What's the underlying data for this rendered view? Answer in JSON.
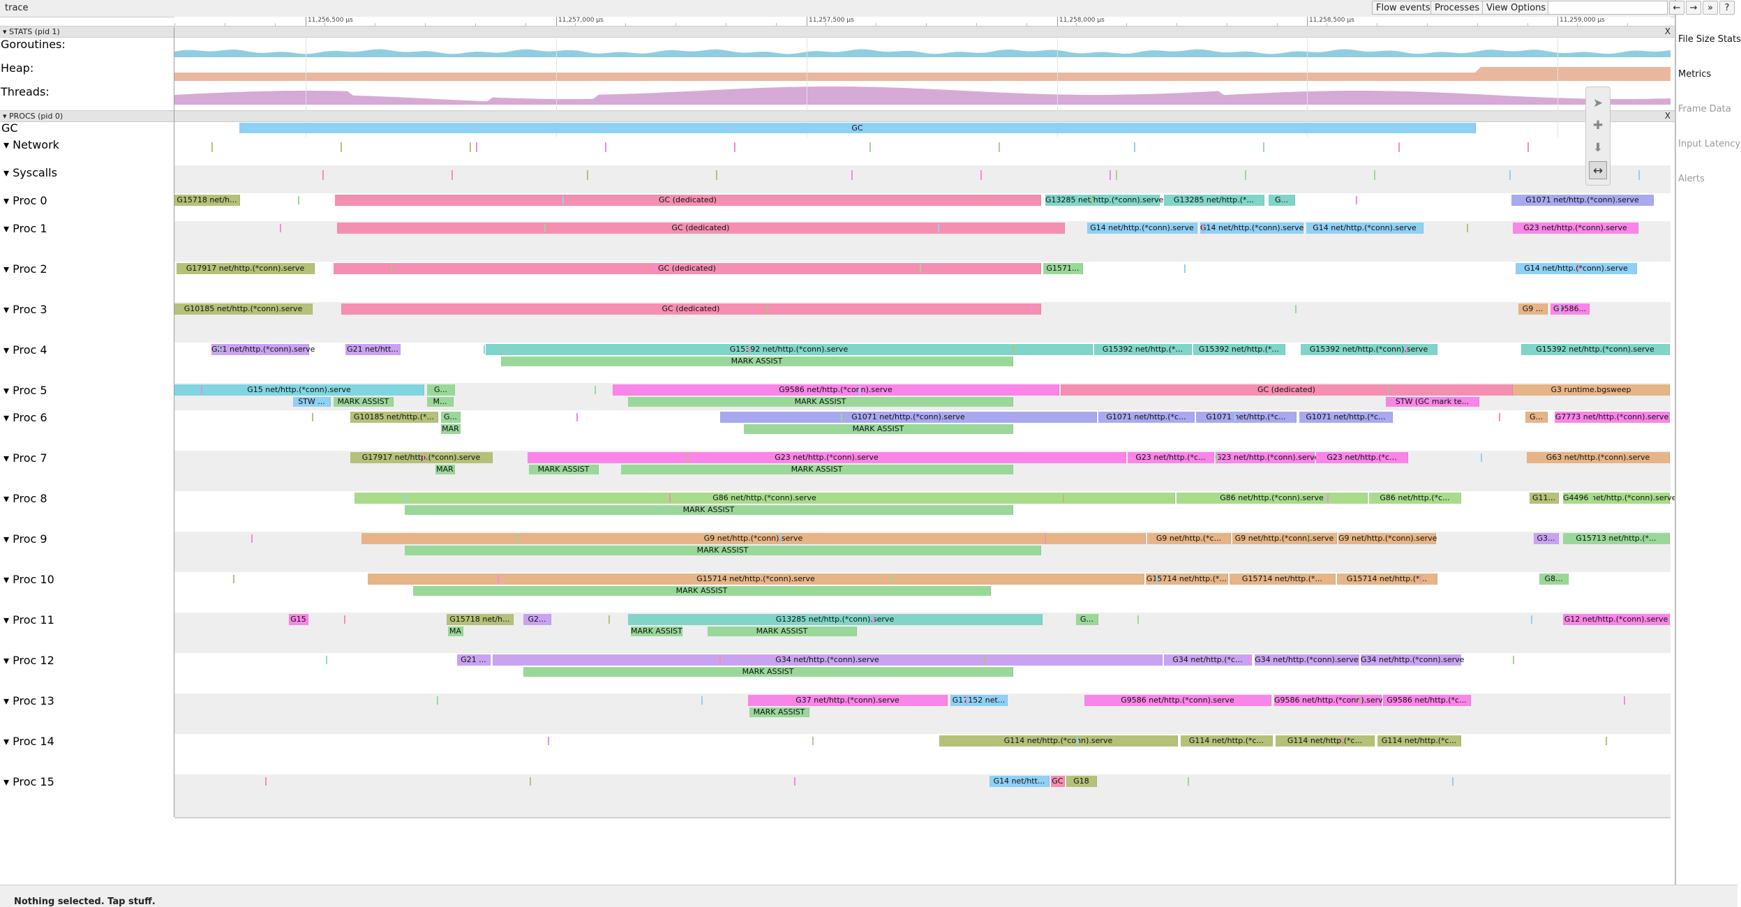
{
  "app": {
    "title": "trace"
  },
  "toolbar": {
    "flow_events": "Flow events",
    "processes": "Processes",
    "view_options": "View Options",
    "nav_left": "←",
    "nav_right": "→",
    "nav_more": "»",
    "help": "?"
  },
  "ruler": {
    "ticks": [
      "11,256,500 µs",
      "11,257,000 µs",
      "11,257,500 µs",
      "11,258,000 µs",
      "11,258,500 µs",
      "11,259,000 µs"
    ]
  },
  "stats_section": {
    "header": "▾ STATS (pid 1)",
    "close": "X",
    "rows": [
      {
        "label": "Goroutines:",
        "color": "#8fcde0"
      },
      {
        "label": "Heap:",
        "color": "#e9b79c"
      },
      {
        "label": "Threads:",
        "color": "#d6a9d6"
      }
    ]
  },
  "procs_section": {
    "header": "▾ PROCS (pid 0)",
    "close": "X",
    "gc_row": {
      "label": "GC",
      "slice": "GC"
    },
    "rows": [
      {
        "label": "▾  Network",
        "slices": []
      },
      {
        "label": "▾  Syscalls",
        "slices": []
      },
      {
        "label": "▾  Proc 0",
        "slices": [
          {
            "text": "G15718 net/h...",
            "color": "#b5c179",
            "s": 250,
            "e": 344
          },
          {
            "text": "GC (dedicated)",
            "color": "#f48fb1",
            "s": 480,
            "e": 1492
          },
          {
            "text": "G13285 net/http.(*conn).serve",
            "color": "#80d5c8",
            "s": 1498,
            "e": 1662
          },
          {
            "text": "G13285 net/http.(*...",
            "color": "#80d5c8",
            "s": 1668,
            "e": 1812
          },
          {
            "text": "G...",
            "color": "#80d5c8",
            "s": 1818,
            "e": 1856
          },
          {
            "text": "G1071 net/http.(*conn).serve",
            "color": "#a9a9ef",
            "s": 2166,
            "e": 2370
          }
        ]
      },
      {
        "label": "▾  Proc 1",
        "slices": [
          {
            "text": "GC (dedicated)",
            "color": "#f48fb1",
            "s": 483,
            "e": 1526
          },
          {
            "text": "G14 net/http.(*conn).serve",
            "color": "#8fd0f5",
            "s": 1558,
            "e": 1716
          },
          {
            "text": "G14 net/http.(*conn).serve",
            "color": "#8fd0f5",
            "s": 1720,
            "e": 1868
          },
          {
            "text": "G14 net/http.(*conn).serve",
            "color": "#8fd0f5",
            "s": 1872,
            "e": 2040
          },
          {
            "text": "G23 net/http.(*conn).serve",
            "color": "#f985e8",
            "s": 2168,
            "e": 2348
          }
        ]
      },
      {
        "label": "▾  Proc 2",
        "slices": [
          {
            "text": "G17917 net/http.(*conn).serve",
            "color": "#b5c179",
            "s": 253,
            "e": 451
          },
          {
            "text": "GC (dedicated)",
            "color": "#f48fb1",
            "s": 478,
            "e": 1492
          },
          {
            "text": "G1571...",
            "color": "#9ad89a",
            "s": 1495,
            "e": 1552
          },
          {
            "text": "G14 net/http.(*conn).serve",
            "color": "#8fd0f5",
            "s": 2172,
            "e": 2346
          }
        ]
      },
      {
        "label": "▾  Proc 3",
        "slices": [
          {
            "text": "G10185 net/http.(*conn).serve",
            "color": "#b5c179",
            "s": 250,
            "e": 448
          },
          {
            "text": "GC (dedicated)",
            "color": "#f48fb1",
            "s": 489,
            "e": 1492
          },
          {
            "text": "G9 ...",
            "color": "#e6b487",
            "s": 2176,
            "e": 2218
          },
          {
            "text": "G9586...",
            "color": "#f985e8",
            "s": 2222,
            "e": 2278
          }
        ]
      },
      {
        "label": "▾  Proc 4",
        "slices": [
          {
            "text": "G21 net/http.(*conn).serve",
            "color": "#c9a3f2",
            "s": 303,
            "e": 443
          },
          {
            "text": "G21 net/htt...",
            "color": "#c9a3f2",
            "s": 495,
            "e": 574
          },
          {
            "text": "G15392 net/http.(*conn).serve",
            "color": "#80d5c8",
            "s": 696,
            "e": 1566
          },
          {
            "text": "G15392 net/http.(*...",
            "color": "#80d5c8",
            "s": 1568,
            "e": 1708
          },
          {
            "text": "G15392 net/http.(*...",
            "color": "#80d5c8",
            "s": 1710,
            "e": 1842
          },
          {
            "text": "G15392 net/http.(*conn).serve",
            "color": "#80d5c8",
            "s": 1864,
            "e": 2060
          },
          {
            "text": "G15392 net/http.(*conn).serve",
            "color": "#80d5c8",
            "s": 2180,
            "e": 2393
          }
        ],
        "subs": [
          {
            "text": "MARK ASSIST",
            "color": "#9ad89a",
            "s": 718,
            "e": 1452
          }
        ]
      },
      {
        "label": "▾  Proc 5",
        "slices": [
          {
            "text": "G15 net/http.(*conn).serve",
            "color": "#80d5e0",
            "s": 250,
            "e": 608
          },
          {
            "text": "G...",
            "color": "#9ad89a",
            "s": 612,
            "e": 652
          },
          {
            "text": "G9586 net/http.(*conn).serve",
            "color": "#f985e8",
            "s": 878,
            "e": 1518
          },
          {
            "text": "GC (dedicated)",
            "color": "#f48fb1",
            "s": 1520,
            "e": 2168
          },
          {
            "text": "G3 runtime.bgsweep",
            "color": "#e6b487",
            "s": 2168,
            "e": 2393
          }
        ],
        "subs": [
          {
            "text": "STW ...",
            "color": "#8fd0f5",
            "s": 420,
            "e": 474
          },
          {
            "text": "MARK ASSIST",
            "color": "#9ad89a",
            "s": 478,
            "e": 564
          },
          {
            "text": "M...",
            "color": "#9ad89a",
            "s": 612,
            "e": 650
          },
          {
            "text": "MARK ASSIST",
            "color": "#9ad89a",
            "s": 900,
            "e": 1452
          },
          {
            "text": "STW (GC mark te...",
            "color": "#f985e8",
            "s": 1986,
            "e": 2120
          }
        ]
      },
      {
        "label": "▾  Proc 6",
        "slices": [
          {
            "text": "G10185 net/http.(*...",
            "color": "#b5c179",
            "s": 502,
            "e": 628
          },
          {
            "text": "G...",
            "color": "#9ad89a",
            "s": 632,
            "e": 660
          },
          {
            "text": "G1071 net/http.(*conn).serve",
            "color": "#a9a9ef",
            "s": 1032,
            "e": 1572
          },
          {
            "text": "G1071 net/http.(*c...",
            "color": "#a9a9ef",
            "s": 1574,
            "e": 1712
          },
          {
            "text": "G1071 net/http.(*c...",
            "color": "#a9a9ef",
            "s": 1714,
            "e": 1858
          },
          {
            "text": "G1071 net/http.(*c...",
            "color": "#a9a9ef",
            "s": 1862,
            "e": 1996
          },
          {
            "text": "G...",
            "color": "#e6b487",
            "s": 2186,
            "e": 2218
          },
          {
            "text": "G7773 net/http.(*conn).serve",
            "color": "#f985e8",
            "s": 2228,
            "e": 2393
          }
        ],
        "subs": [
          {
            "text": "MAR",
            "color": "#9ad89a",
            "s": 632,
            "e": 660
          },
          {
            "text": "MARK ASSIST",
            "color": "#9ad89a",
            "s": 1066,
            "e": 1452
          }
        ]
      },
      {
        "label": "▾  Proc 7",
        "slices": [
          {
            "text": "G17917 net/http.(*conn).serve",
            "color": "#b5c179",
            "s": 502,
            "e": 706
          },
          {
            "text": "G23 net/http.(*conn).serve",
            "color": "#f985e8",
            "s": 756,
            "e": 1614
          },
          {
            "text": "G23 net/http.(*c...",
            "color": "#f985e8",
            "s": 1616,
            "e": 1740
          },
          {
            "text": "G23 net/http.(*conn).serve",
            "color": "#f985e8",
            "s": 1742,
            "e": 1884
          },
          {
            "text": "G23 net/http.(*c...",
            "color": "#f985e8",
            "s": 1886,
            "e": 2018
          },
          {
            "text": "G63 net/http.(*conn).serve",
            "color": "#e6b487",
            "s": 2188,
            "e": 2393
          }
        ],
        "subs": [
          {
            "text": "MAR",
            "color": "#9ad89a",
            "s": 624,
            "e": 652
          },
          {
            "text": "MARK ASSIST",
            "color": "#9ad89a",
            "s": 758,
            "e": 858
          },
          {
            "text": "MARK ASSIST",
            "color": "#9ad89a",
            "s": 890,
            "e": 1452
          }
        ]
      },
      {
        "label": "▾  Proc 8",
        "slices": [
          {
            "text": "G86 net/http.(*conn).serve",
            "color": "#a8dc8a",
            "s": 508,
            "e": 1684
          },
          {
            "text": "G86 net/http.(*conn).serve",
            "color": "#a8dc8a",
            "s": 1686,
            "e": 1960
          },
          {
            "text": "G86 net/http.(*c...",
            "color": "#a8dc8a",
            "s": 1962,
            "e": 2094
          },
          {
            "text": "G11...",
            "color": "#b5c179",
            "s": 2192,
            "e": 2234
          },
          {
            "text": "G4496 net/http.(*conn).serve",
            "color": "#a8dc8a",
            "s": 2240,
            "e": 2393
          }
        ],
        "subs": [
          {
            "text": "MARK ASSIST",
            "color": "#9ad89a",
            "s": 580,
            "e": 1452
          }
        ]
      },
      {
        "label": "▾  Proc 9",
        "slices": [
          {
            "text": "G9 net/http.(*conn).serve",
            "color": "#e6b487",
            "s": 518,
            "e": 1642
          },
          {
            "text": "G9 net/http.(*c...",
            "color": "#e6b487",
            "s": 1644,
            "e": 1764
          },
          {
            "text": "G9 net/http.(*conn).serve",
            "color": "#e6b487",
            "s": 1766,
            "e": 1916
          },
          {
            "text": "G9 net/http.(*conn).serve",
            "color": "#e6b487",
            "s": 1918,
            "e": 2058
          },
          {
            "text": "G3...",
            "color": "#c9a3f2",
            "s": 2198,
            "e": 2234
          },
          {
            "text": "G15713 net/http.(*...",
            "color": "#9ad89a",
            "s": 2240,
            "e": 2393
          }
        ],
        "subs": [
          {
            "text": "MARK ASSIST",
            "color": "#9ad89a",
            "s": 580,
            "e": 1492
          }
        ]
      },
      {
        "label": "▾  Proc 10",
        "slices": [
          {
            "text": "G15714 net/http.(*conn).serve",
            "color": "#e6b487",
            "s": 527,
            "e": 1640
          },
          {
            "text": "G15714 net/http.(*...",
            "color": "#e6b487",
            "s": 1642,
            "e": 1760
          },
          {
            "text": "G15714 net/http.(*...",
            "color": "#e6b487",
            "s": 1762,
            "e": 1914
          },
          {
            "text": "G15714 net/http.(*...",
            "color": "#e6b487",
            "s": 1916,
            "e": 2060
          },
          {
            "text": "G8...",
            "color": "#9ad89a",
            "s": 2206,
            "e": 2248
          }
        ],
        "subs": [
          {
            "text": "MARK ASSIST",
            "color": "#9ad89a",
            "s": 592,
            "e": 1420
          }
        ]
      },
      {
        "label": "▾  Proc 11",
        "slices": [
          {
            "text": "G15",
            "color": "#f985e8",
            "s": 414,
            "e": 442
          },
          {
            "text": "G15718 net/h...",
            "color": "#b5c179",
            "s": 640,
            "e": 736
          },
          {
            "text": "G2...",
            "color": "#c9a3f2",
            "s": 750,
            "e": 790
          },
          {
            "text": "G13285 net/http.(*conn).serve",
            "color": "#80d5c8",
            "s": 900,
            "e": 1494
          },
          {
            "text": "G...",
            "color": "#9ad89a",
            "s": 1542,
            "e": 1574
          },
          {
            "text": "G12 net/http.(*conn).serve",
            "color": "#f985e8",
            "s": 2240,
            "e": 2393
          }
        ],
        "subs": [
          {
            "text": "MA",
            "color": "#9ad89a",
            "s": 642,
            "e": 664
          },
          {
            "text": "MARK ASSIST",
            "color": "#9ad89a",
            "s": 904,
            "e": 978
          },
          {
            "text": "MARK ASSIST",
            "color": "#9ad89a",
            "s": 1014,
            "e": 1228
          }
        ]
      },
      {
        "label": "▾  Proc 12",
        "slices": [
          {
            "text": "G21 ...",
            "color": "#c9a3f2",
            "s": 655,
            "e": 703
          },
          {
            "text": "G34 net/http.(*conn).serve",
            "color": "#c9a3f2",
            "s": 706,
            "e": 1666
          },
          {
            "text": "G34 net/http.(*c...",
            "color": "#c9a3f2",
            "s": 1668,
            "e": 1794
          },
          {
            "text": "G34 net/http.(*conn).serve",
            "color": "#c9a3f2",
            "s": 1798,
            "e": 1948
          },
          {
            "text": "G34 net/http.(*conn).serve",
            "color": "#c9a3f2",
            "s": 1950,
            "e": 2094
          }
        ],
        "subs": [
          {
            "text": "MARK ASSIST",
            "color": "#9ad89a",
            "s": 750,
            "e": 1452
          }
        ]
      },
      {
        "label": "▾  Proc 13",
        "slices": [
          {
            "text": "G37 net/http.(*conn).serve",
            "color": "#f985e8",
            "s": 1072,
            "e": 1358
          },
          {
            "text": "G17152 net...",
            "color": "#8fd0f5",
            "s": 1362,
            "e": 1444
          },
          {
            "text": "G9586 net/http.(*conn).serve",
            "color": "#f985e8",
            "s": 1554,
            "e": 1822
          },
          {
            "text": "G9586 net/http.(*conn).serve",
            "color": "#f985e8",
            "s": 1826,
            "e": 1980
          },
          {
            "text": "G9586 net/http.(*c...",
            "color": "#f985e8",
            "s": 1982,
            "e": 2108
          }
        ],
        "subs": [
          {
            "text": "MARK ASSIST",
            "color": "#9ad89a",
            "s": 1074,
            "e": 1160
          }
        ]
      },
      {
        "label": "▾  Proc 14",
        "slices": [
          {
            "text": "G114 net/http.(*conn).serve",
            "color": "#b5c179",
            "s": 1346,
            "e": 1688
          },
          {
            "text": "G114 net/http.(*c...",
            "color": "#b5c179",
            "s": 1692,
            "e": 1824
          },
          {
            "text": "G114 net/http.(*c...",
            "color": "#b5c179",
            "s": 1828,
            "e": 1970
          },
          {
            "text": "G114 net/http.(*c...",
            "color": "#b5c179",
            "s": 1974,
            "e": 2094
          }
        ]
      },
      {
        "label": "▾  Proc 15",
        "slices": [
          {
            "text": "G14 net/htt...",
            "color": "#8fd0f5",
            "s": 1418,
            "e": 1504
          },
          {
            "text": "GC",
            "color": "#f48fb1",
            "s": 1506,
            "e": 1526
          },
          {
            "text": "G18",
            "color": "#b5c179",
            "s": 1528,
            "e": 1572
          }
        ]
      }
    ]
  },
  "right_panel": {
    "tabs": [
      "File Size Stats",
      "Metrics",
      "Frame Data",
      "Input Latency",
      "Alerts"
    ]
  },
  "status_bar": {
    "text": "Nothing selected. Tap stuff."
  },
  "tools": [
    "pointer-tool",
    "pan-tool",
    "zoom-tool",
    "timing-tool"
  ]
}
